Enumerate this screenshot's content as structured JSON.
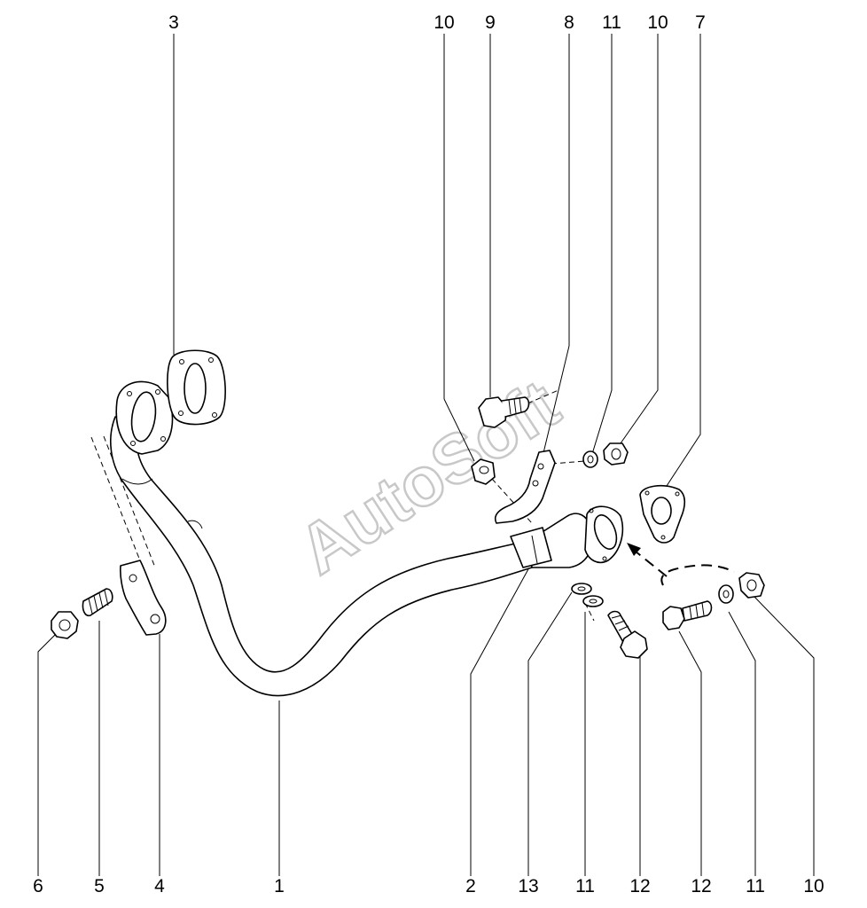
{
  "watermark": "AutoSoft",
  "callouts": {
    "top": [
      "3",
      "10",
      "9",
      "8",
      "11",
      "10",
      "7"
    ],
    "bottom": [
      "6",
      "5",
      "4",
      "1",
      "2",
      "13",
      "11",
      "12",
      "12",
      "11",
      "10"
    ]
  }
}
